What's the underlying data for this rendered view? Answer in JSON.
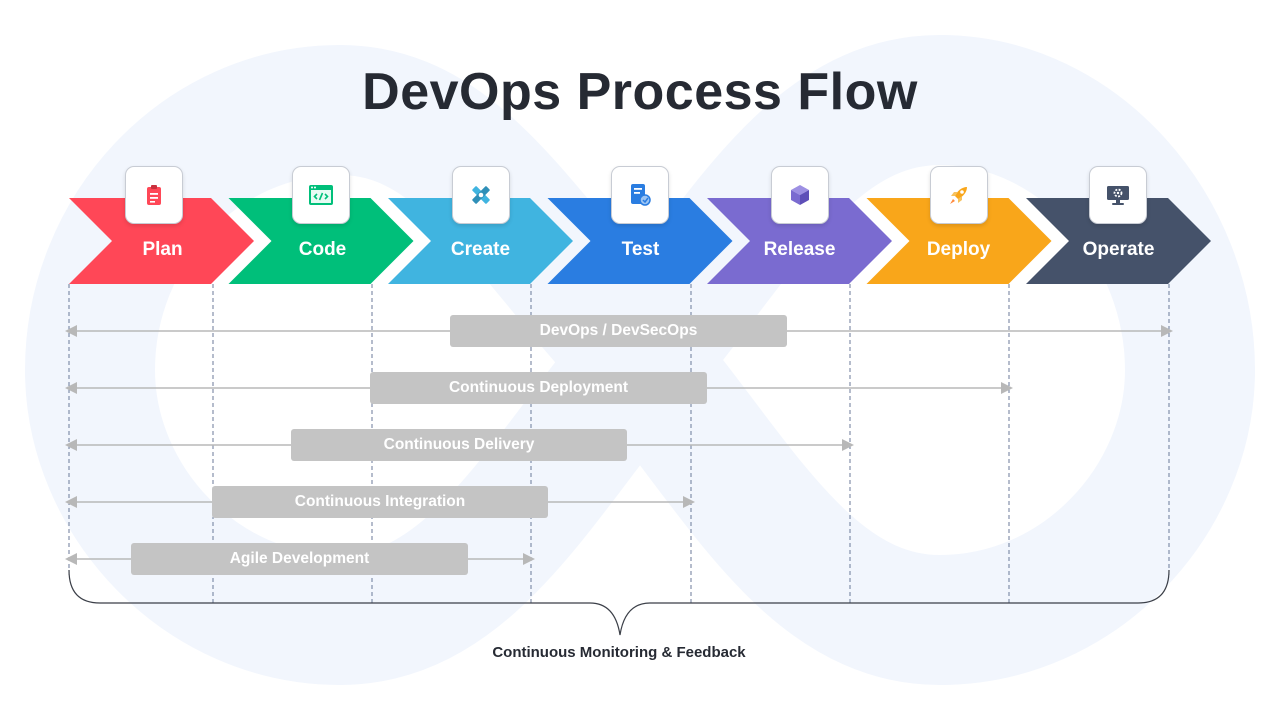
{
  "title": "DevOps Process Flow",
  "stages": [
    {
      "label": "Plan",
      "color": "#ff4757",
      "icon": "clipboard-icon"
    },
    {
      "label": "Code",
      "color": "#00bf7a",
      "icon": "code-window-icon"
    },
    {
      "label": "Create",
      "color": "#40b4e0",
      "icon": "design-tools-icon"
    },
    {
      "label": "Test",
      "color": "#2a7de1",
      "icon": "test-document-icon"
    },
    {
      "label": "Release",
      "color": "#7a6bd0",
      "icon": "package-icon"
    },
    {
      "label": "Deploy",
      "color": "#f9a61a",
      "icon": "rocket-icon"
    },
    {
      "label": "Operate",
      "color": "#45526a",
      "icon": "monitor-gear-icon"
    }
  ],
  "practices": [
    {
      "label": "DevOps / DevSecOps",
      "spans_through_stage": 7
    },
    {
      "label": "Continuous Deployment",
      "spans_through_stage": 6
    },
    {
      "label": "Continuous Delivery",
      "spans_through_stage": 5
    },
    {
      "label": "Continuous Integration",
      "spans_through_stage": 4
    },
    {
      "label": "Agile Development",
      "spans_through_stage": 3
    }
  ],
  "footer": "Continuous Monitoring & Feedback",
  "colors": {
    "bar": "#c4c4c4",
    "arrow": "#b8b8b8",
    "guide": "#6b7a99",
    "background_symbol": "#f2f6fd"
  }
}
